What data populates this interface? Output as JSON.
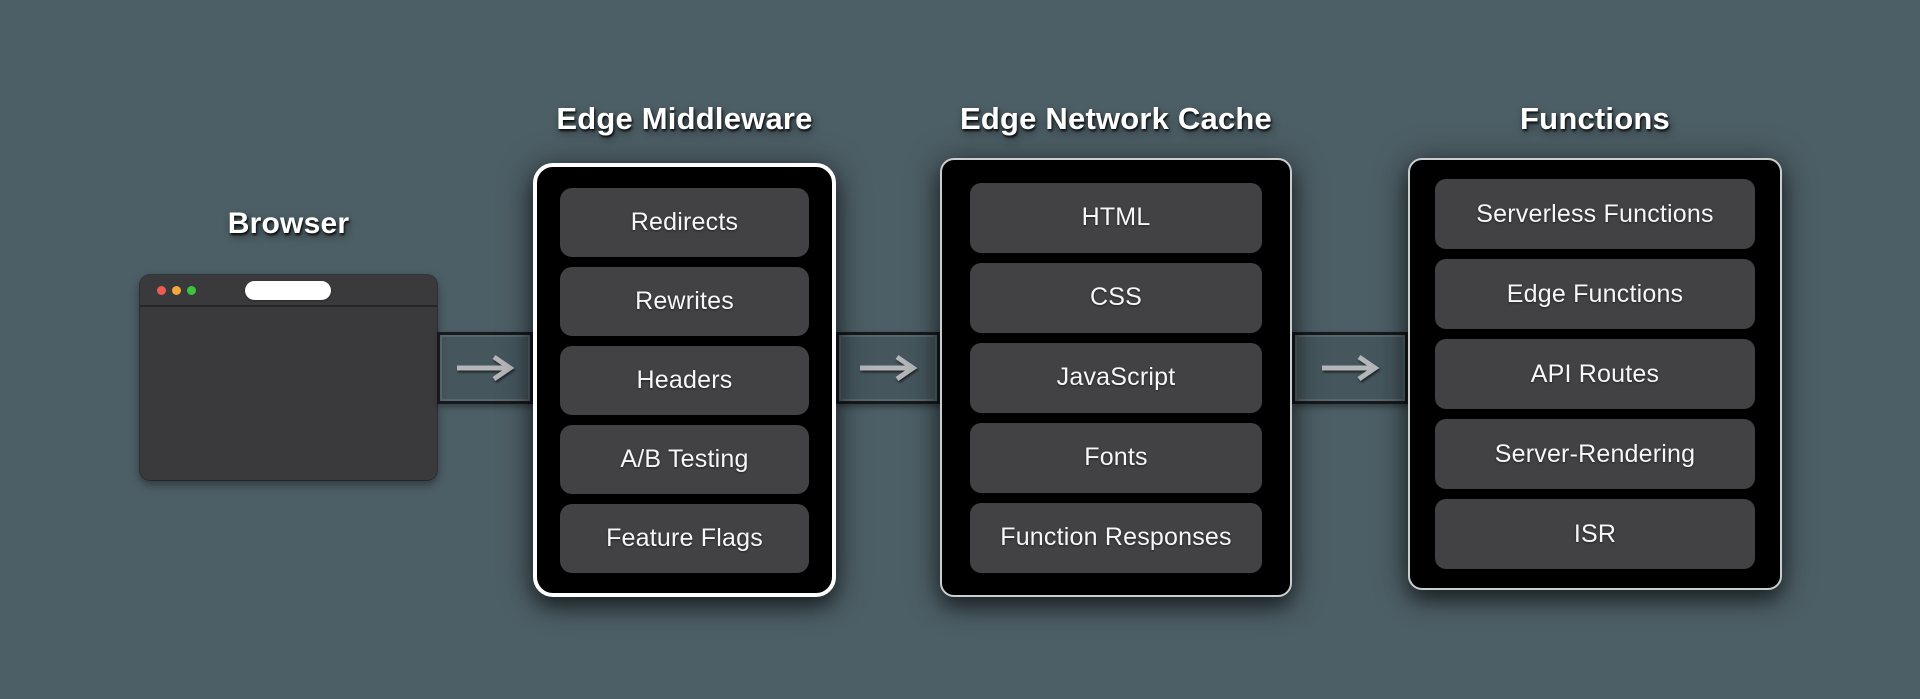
{
  "background_color": "#4d5f66",
  "browser": {
    "title": "Browser",
    "traffic_lights": [
      {
        "name": "close",
        "color": "#f05b51"
      },
      {
        "name": "minimize",
        "color": "#f3a83b"
      },
      {
        "name": "zoom",
        "color": "#3dc43d"
      }
    ],
    "address_bar_color": "#ffffff",
    "window_color": "#3a3a3c"
  },
  "columns": [
    {
      "title": "Edge Middleware",
      "highlighted": true,
      "border_color": "#ffffff",
      "items": [
        "Redirects",
        "Rewrites",
        "Headers",
        "A/B Testing",
        "Feature Flags"
      ]
    },
    {
      "title": "Edge Network Cache",
      "highlighted": false,
      "border_color": "#c9ced1",
      "items": [
        "HTML",
        "CSS",
        "JavaScript",
        "Fonts",
        "Function Responses"
      ]
    },
    {
      "title": "Functions",
      "highlighted": false,
      "border_color": "#c9ced1",
      "items": [
        "Serverless Functions",
        "Edge Functions",
        "API Routes",
        "Server-Rendering",
        "ISR"
      ]
    }
  ],
  "arrows": {
    "glyph": "→",
    "color": "#b4b6b9",
    "count": 3
  },
  "colors": {
    "panel_background": "#000000",
    "item_background": "#424245",
    "item_text": "#f7f7f7",
    "title_text": "#ffffff"
  }
}
